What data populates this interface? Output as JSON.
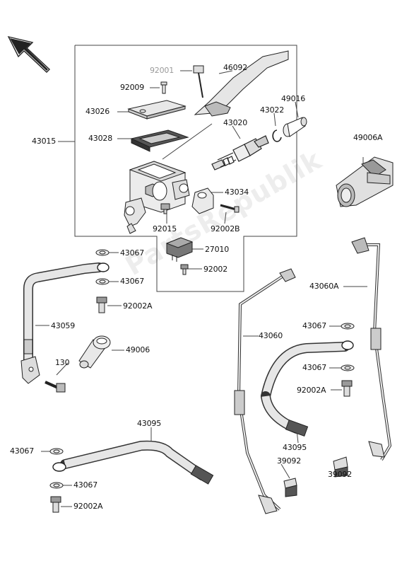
{
  "watermark": "PartsRepublik",
  "arrow_icon": "north-west-arrow",
  "labels": [
    {
      "id": "92001",
      "text": "92001",
      "muted": true
    },
    {
      "id": "46092",
      "text": "46092"
    },
    {
      "id": "92009",
      "text": "92009"
    },
    {
      "id": "43026",
      "text": "43026"
    },
    {
      "id": "49016",
      "text": "49016"
    },
    {
      "id": "43022",
      "text": "43022"
    },
    {
      "id": "43020",
      "text": "43020"
    },
    {
      "id": "43028",
      "text": "43028"
    },
    {
      "id": "43015",
      "text": "43015"
    },
    {
      "id": "49006A",
      "text": "49006A"
    },
    {
      "id": "43034",
      "text": "43034"
    },
    {
      "id": "92015",
      "text": "92015"
    },
    {
      "id": "92002B",
      "text": "92002B"
    },
    {
      "id": "27010",
      "text": "27010"
    },
    {
      "id": "43067a",
      "text": "43067"
    },
    {
      "id": "92002",
      "text": "92002"
    },
    {
      "id": "43067b",
      "text": "43067"
    },
    {
      "id": "92002Aa",
      "text": "92002A"
    },
    {
      "id": "43060A",
      "text": "43060A"
    },
    {
      "id": "43059",
      "text": "43059"
    },
    {
      "id": "43060",
      "text": "43060"
    },
    {
      "id": "43067c",
      "text": "43067"
    },
    {
      "id": "49006",
      "text": "49006"
    },
    {
      "id": "130",
      "text": "130"
    },
    {
      "id": "43067d",
      "text": "43067"
    },
    {
      "id": "92002Ab",
      "text": "92002A"
    },
    {
      "id": "43095a",
      "text": "43095"
    },
    {
      "id": "43067e",
      "text": "43067"
    },
    {
      "id": "43095b",
      "text": "43095"
    },
    {
      "id": "39092a",
      "text": "39092"
    },
    {
      "id": "43067f",
      "text": "43067"
    },
    {
      "id": "39092b",
      "text": "39092"
    },
    {
      "id": "92002Ac",
      "text": "92002A"
    }
  ]
}
